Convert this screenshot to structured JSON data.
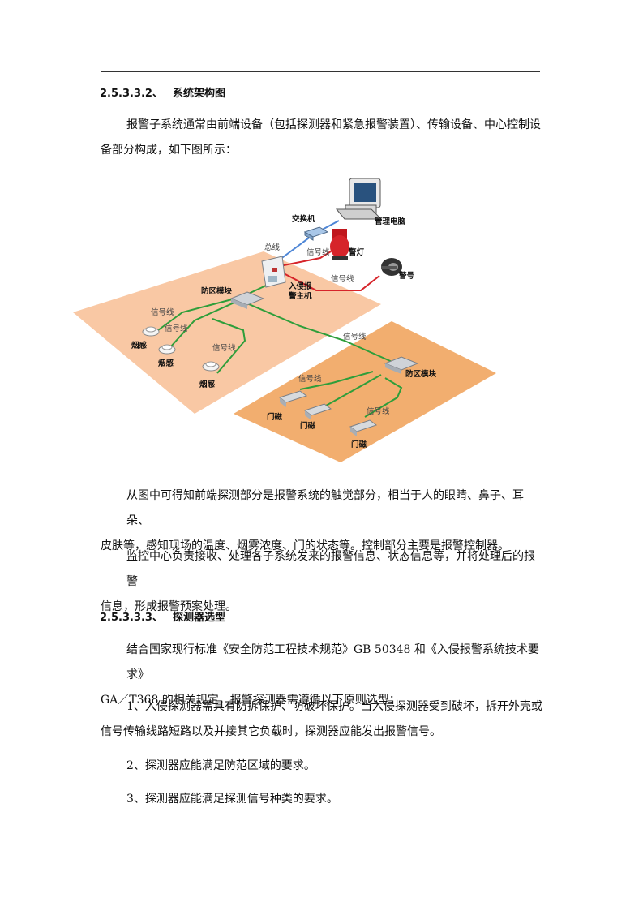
{
  "section1": {
    "number": "2.5.3.3.2、",
    "title": "系统架构图"
  },
  "para1": [
    "报警子系统通常由前端设备（包括探测器和紧急报警装置）、传输设备、中心控制设",
    "备部分构成，如下图所示："
  ],
  "diagram": {
    "labels": {
      "switch": "交换机",
      "pc": "管理电脑",
      "bus": "总线",
      "signal_lamp": "信号线",
      "lamp": "警灯",
      "signal_horn": "信号线",
      "horn": "警号",
      "host": "入侵报\n警主机",
      "zone1": "防区模块",
      "zone2": "防区模块",
      "smoke1": "烟感",
      "smoke2": "烟感",
      "smoke3": "烟感",
      "sig_s1": "信号线",
      "sig_s2": "信号线",
      "sig_s3": "信号线",
      "sig_main": "信号线",
      "door1": "门磁",
      "door2": "门磁",
      "door3": "门磁",
      "sig_d1": "信号线",
      "sig_d3": "信号线"
    },
    "colors": {
      "zone_left": "#F9C8A4",
      "zone_right": "#F2AE6F",
      "green": "#2E9E3A",
      "red": "#D6242A",
      "blue": "#4E86D6"
    }
  },
  "para2": [
    "从图中可得知前端探测部分是报警系统的触觉部分，相当于人的眼睛、鼻子、耳朵、",
    "皮肤等，感知现场的温度、烟雾浓度、门的状态等。控制部分主要是报警控制器。"
  ],
  "para3": [
    "监控中心负责接收、处理各子系统发来的报警信息、状态信息等，并将处理后的报警",
    "信息，形成报警预案处理。"
  ],
  "section2": {
    "number": "2.5.3.3.3、",
    "title": "探测器选型"
  },
  "para4": [
    "结合国家现行标准《安全防范工程技术规范》GB 50348 和《入侵报警系统技术要求》",
    "GA／T368 的相关规定，报警探测器需遵循以下原则选型："
  ],
  "para5": [
    "1、入侵探测器需具有防拆保护、防破坏保护。当入侵探测器受到破坏，拆开外壳或",
    "信号传输线路短路以及并接其它负载时，探测器应能发出报警信号。"
  ],
  "para6": [
    "2、探测器应能满足防范区域的要求。"
  ],
  "para7": [
    "3、探测器应能满足探测信号种类的要求。"
  ]
}
